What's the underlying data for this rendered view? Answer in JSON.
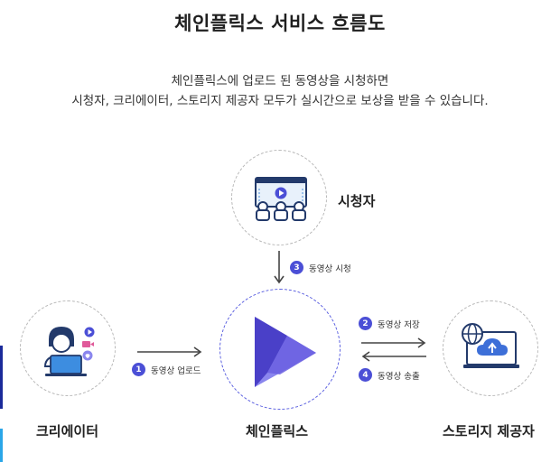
{
  "title": "체인플릭스 서비스 흐름도",
  "description": {
    "line1": "체인플릭스에 업로드 된 동영상을 시청하면",
    "line2": "시청자, 크리에이터, 스토리지 제공자 모두가 실시간으로 보상을 받을 수 있습니다."
  },
  "nodes": {
    "viewer": {
      "label": "시청자"
    },
    "creator": {
      "label": "크리에이터"
    },
    "platform": {
      "label": "체인플릭스"
    },
    "storage": {
      "label": "스토리지 제공자"
    }
  },
  "steps": [
    {
      "num": "1",
      "text": "동영상 업로드"
    },
    {
      "num": "2",
      "text": "동영상 저장"
    },
    {
      "num": "3",
      "text": "동영상 시청"
    },
    {
      "num": "4",
      "text": "동영상 송출"
    }
  ],
  "colors": {
    "accent": "#4b4fd6",
    "logo_dark": "#4a40c8",
    "logo_light": "#8a86ee",
    "icon_blue": "#3d6fd8"
  }
}
